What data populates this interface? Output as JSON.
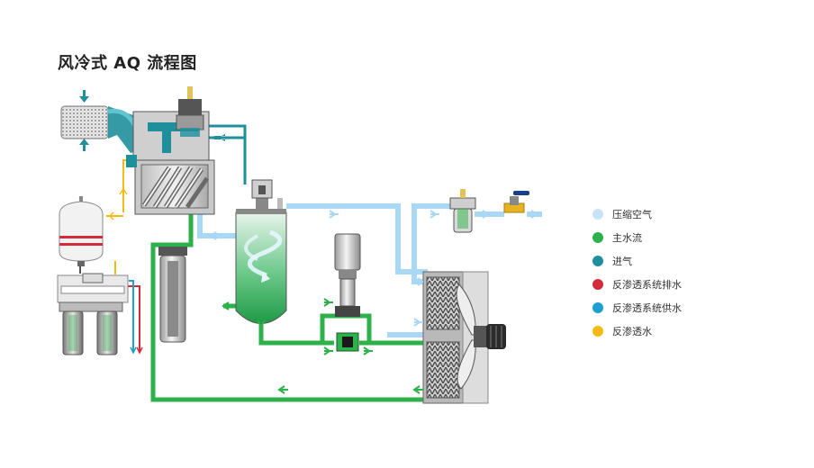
{
  "title": "风冷式 AQ 流程图",
  "colors": {
    "air": "#a8d8f5",
    "water": "#2db14a",
    "intake": "#1f8f9c",
    "ro_drain": "#d42b3a",
    "ro_supply": "#1d9fd0",
    "ro_permeate": "#f5b914",
    "metal": "#d9d9d9",
    "metal_dark": "#555555"
  },
  "legend": [
    {
      "label": "压缩空气",
      "color": "#c7e3f5",
      "icon": "dot"
    },
    {
      "label": "主水流",
      "color": "#2db14a",
      "icon": "dot"
    },
    {
      "label": "进气",
      "color": "#1f8f9c",
      "icon": "dot"
    },
    {
      "label": "反渗透系统排水",
      "color": "#d42b3a",
      "icon": "dot"
    },
    {
      "label": "反渗透系统供水",
      "color": "#1d9fd0",
      "icon": "dot"
    },
    {
      "label": "反渗透水",
      "color": "#f5b914",
      "icon": "dot"
    }
  ]
}
